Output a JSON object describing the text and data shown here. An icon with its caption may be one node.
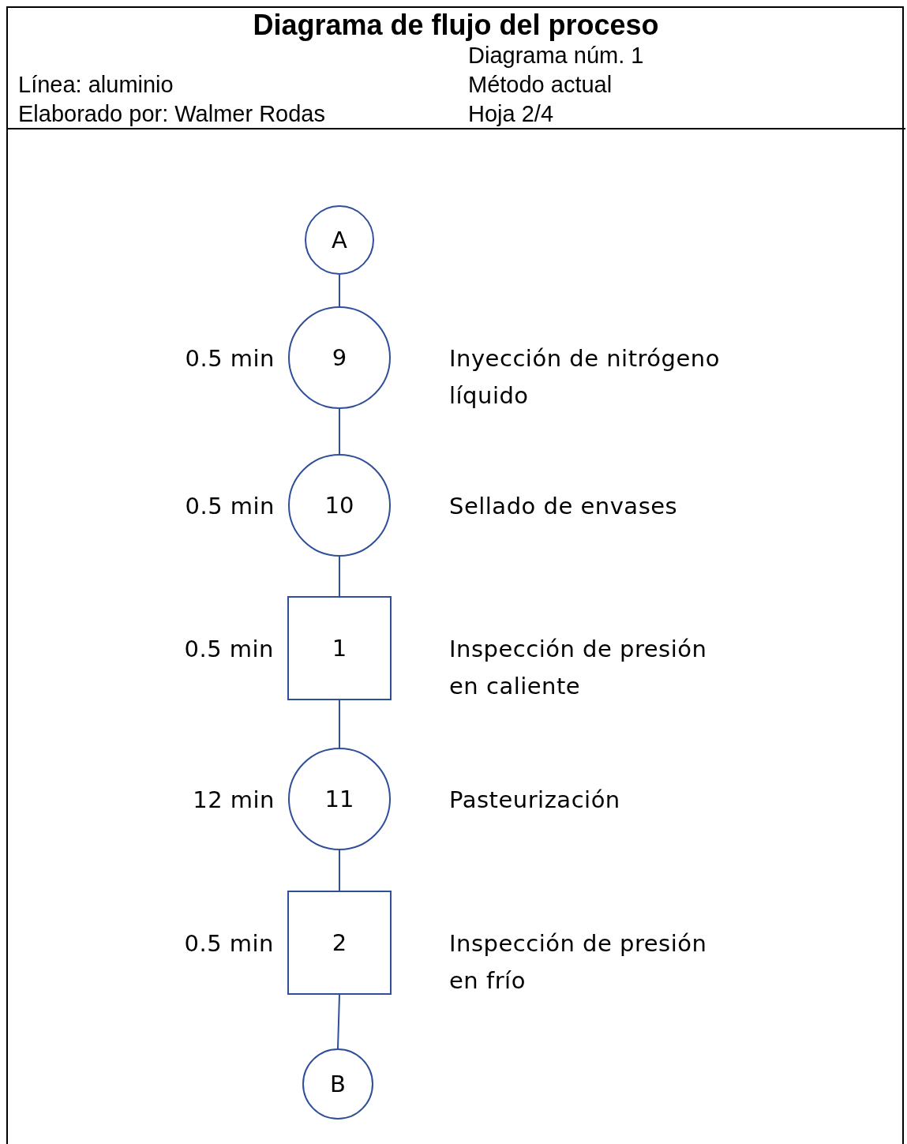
{
  "diagram": {
    "title": "Diagrama de flujo del proceso",
    "nodes": [
      {
        "text": [
          "A"
        ]
      },
      {
        "text": [
          "9"
        ],
        "beside": [
          "0.5 min",
          "Inyección de nitrógeno líquido"
        ]
      },
      {
        "text": [
          "10"
        ],
        "beside": [
          "0.5 min",
          "Sellado de envases"
        ]
      },
      {
        "text": [
          "1"
        ],
        "beside": [
          "0.5 min",
          "Inspección de presión en caliente"
        ]
      },
      {
        "text": [
          "11"
        ],
        "beside": [
          "12 min",
          "Pasteurización"
        ]
      },
      {
        "text": [
          "2"
        ],
        "beside": [
          "0.5 min",
          "Inspección de presión en frío"
        ]
      },
      {
        "text": [
          "B"
        ]
      }
    ],
    "edges": [
      {
        "from": 0,
        "to": 1,
        "arrow": "none"
      },
      {
        "from": 1,
        "to": 2,
        "arrow": "none"
      },
      {
        "from": 2,
        "to": 3,
        "arrow": "none"
      },
      {
        "from": 3,
        "to": 4,
        "arrow": "none"
      },
      {
        "from": 4,
        "to": 5,
        "arrow": "none"
      },
      {
        "from": 5,
        "to": 6,
        "arrow": "none"
      }
    ],
    "labels": [
      "Diagrama núm. 1",
      "Línea: aluminio",
      "Método actual",
      "Elaborado por: Walmer Rodas",
      "Hoja 2/4"
    ]
  }
}
